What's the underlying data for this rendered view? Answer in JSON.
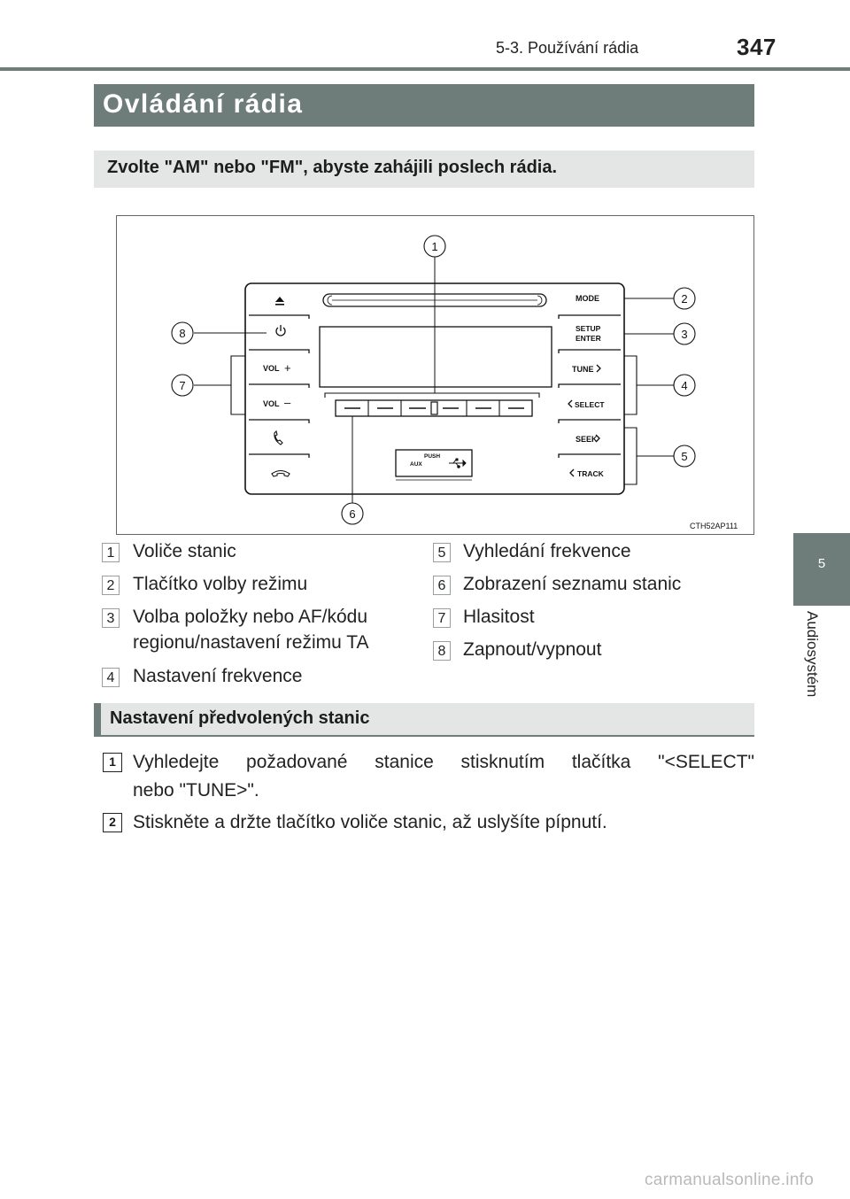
{
  "header": {
    "section": "5-3. Používání rádia",
    "page": "347"
  },
  "side_tab": {
    "number": "5",
    "label": "Audiosystém"
  },
  "title": "Ovládání rádia",
  "intro": "Zvolte \"AM\" nebo \"FM\", abyste zahájili poslech rádia.",
  "figure": {
    "code": "CTH52AP111",
    "callouts": [
      "1",
      "2",
      "3",
      "4",
      "5",
      "6",
      "7",
      "8"
    ],
    "buttons": {
      "mode": "MODE",
      "setup": "SETUP",
      "enter": "ENTER",
      "tune": "TUNE",
      "select": "SELECT",
      "seek": "SEEK",
      "track": "TRACK",
      "vol_plus": "VOL",
      "vol_minus": "VOL",
      "push": "PUSH",
      "aux": "AUX"
    }
  },
  "legend": {
    "left": [
      {
        "num": "1",
        "text": "Voliče stanic"
      },
      {
        "num": "2",
        "text": "Tlačítko volby režimu"
      },
      {
        "num": "3",
        "text": "Volba položky nebo AF/kódu",
        "text2": "regionu/nastavení režimu TA"
      },
      {
        "num": "4",
        "text": "Nastavení frekvence"
      }
    ],
    "right": [
      {
        "num": "5",
        "text": "Vyhledání frekvence"
      },
      {
        "num": "6",
        "text": "Zobrazení seznamu stanic"
      },
      {
        "num": "7",
        "text": "Hlasitost"
      },
      {
        "num": "8",
        "text": "Zapnout/vypnout"
      }
    ]
  },
  "subsection": "Nastavení předvolených stanic",
  "steps": [
    {
      "num": "1",
      "line1": "Vyhledejte  požadované  stanice  stisknutím  tlačítka  \"<SELECT\"",
      "line2": "nebo \"TUNE>\"."
    },
    {
      "num": "2",
      "line1": "Stiskněte a držte tlačítko voliče stanic, až uslyšíte pípnutí."
    }
  ],
  "watermark": "carmanualsonline.info"
}
